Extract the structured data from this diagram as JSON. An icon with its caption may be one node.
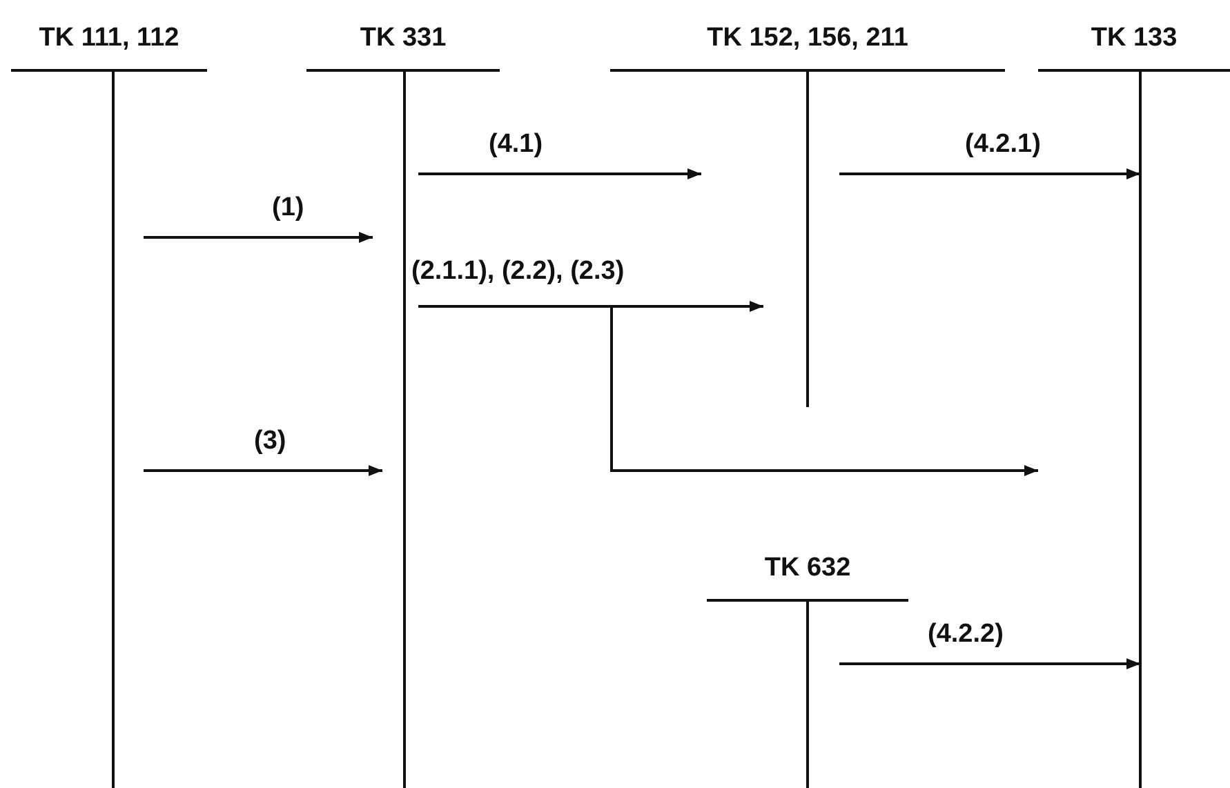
{
  "diagram": {
    "nodes": [
      {
        "text": [
          "TK 111, 112"
        ]
      },
      {
        "text": [
          "TK 331"
        ]
      },
      {
        "text": [
          "TK 152, 156, 211"
        ]
      },
      {
        "text": [
          "TK 133"
        ]
      },
      {
        "text": [
          "TK 632"
        ]
      }
    ],
    "edges": [
      {
        "from": 1,
        "to": 2,
        "arrow": "to",
        "label": "(4.1)"
      },
      {
        "from": 2,
        "to": 3,
        "arrow": "to",
        "label": "(4.2.1)"
      },
      {
        "from": 0,
        "to": 1,
        "arrow": "to",
        "label": "(1)"
      },
      {
        "from": 1,
        "to": 2,
        "arrow": "to",
        "label": "(2.1.1), (2.2), (2.3)"
      },
      {
        "from": 1,
        "to": 3,
        "arrow": "to"
      },
      {
        "from": 0,
        "to": 1,
        "arrow": "to",
        "label": "(3)"
      },
      {
        "from": 4,
        "to": 3,
        "arrow": "to",
        "label": "(4.2.2)"
      }
    ]
  }
}
